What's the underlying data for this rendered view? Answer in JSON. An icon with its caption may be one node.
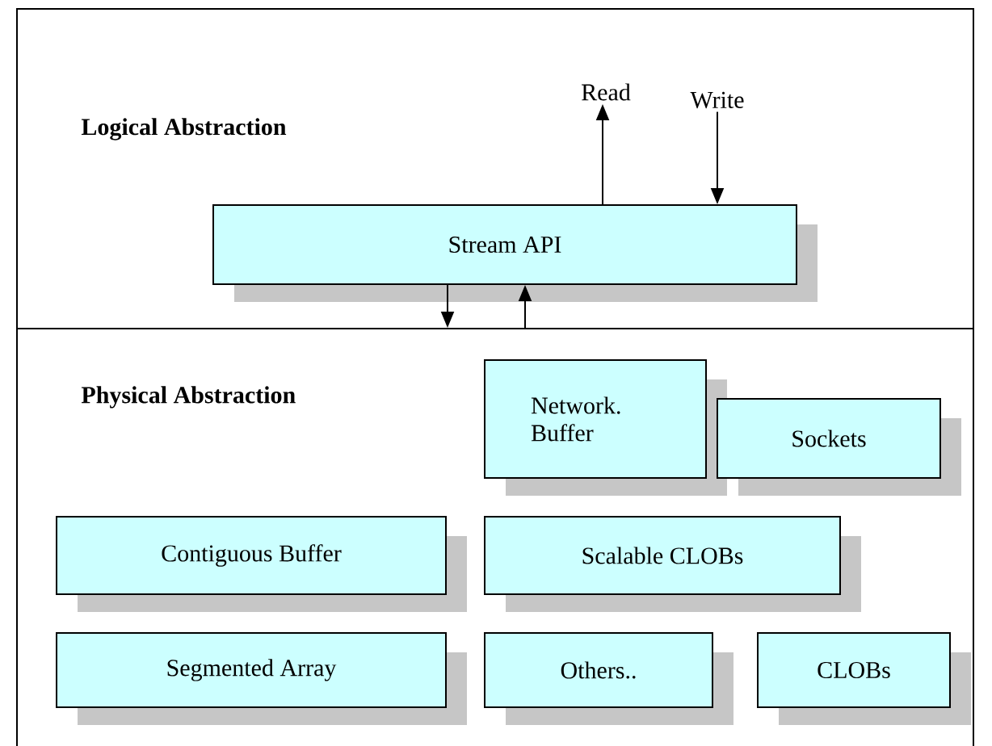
{
  "diagram": {
    "nodes": [
      {
        "text": [
          "Logical Abstraction"
        ]
      },
      {
        "text": [
          "Stream API"
        ],
        "in": 0
      },
      {
        "text": [
          "Read"
        ],
        "in": 0
      },
      {
        "text": [
          "Write"
        ],
        "in": 0
      },
      {
        "text": [
          "Physical Abstraction"
        ]
      },
      {
        "text": [
          "Network. Buffer"
        ],
        "in": 4
      },
      {
        "text": [
          "Sockets"
        ],
        "in": 4
      },
      {
        "text": [
          "Contiguous Buffer"
        ],
        "in": 4
      },
      {
        "text": [
          "Scalable CLOBs"
        ],
        "in": 4
      },
      {
        "text": [
          "Segmented Array"
        ],
        "in": 4
      },
      {
        "text": [
          "Others.."
        ],
        "in": 4
      },
      {
        "text": [
          "CLOBs"
        ],
        "in": 4
      }
    ],
    "edges": [
      {
        "from": 1,
        "to": 2,
        "arrow": "to"
      },
      {
        "from": 3,
        "to": 1,
        "arrow": "to"
      },
      {
        "from": 1,
        "to": 4,
        "arrow": "to"
      },
      {
        "from": 4,
        "to": 1,
        "arrow": "to"
      }
    ]
  }
}
